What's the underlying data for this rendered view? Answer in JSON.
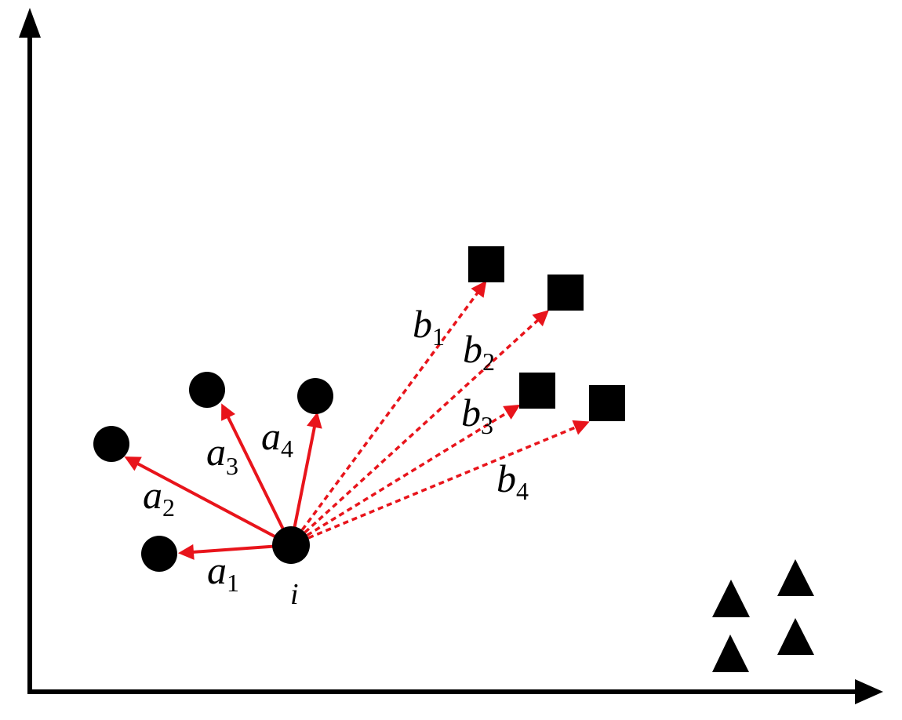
{
  "colors": {
    "ink": "#000000",
    "arrow": "#e8141b",
    "background": "#ffffff"
  },
  "legend": [],
  "center_label": "i",
  "labels": {
    "a1": {
      "base": "a",
      "sub": "1"
    },
    "a2": {
      "base": "a",
      "sub": "2"
    },
    "a3": {
      "base": "a",
      "sub": "3"
    },
    "a4": {
      "base": "a",
      "sub": "4"
    },
    "b1": {
      "base": "b",
      "sub": "1"
    },
    "b2": {
      "base": "b",
      "sub": "2"
    },
    "b3": {
      "base": "b",
      "sub": "3"
    },
    "b4": {
      "base": "b",
      "sub": "4"
    }
  },
  "arrow_styles": {
    "a": "solid",
    "b": "dashed"
  }
}
